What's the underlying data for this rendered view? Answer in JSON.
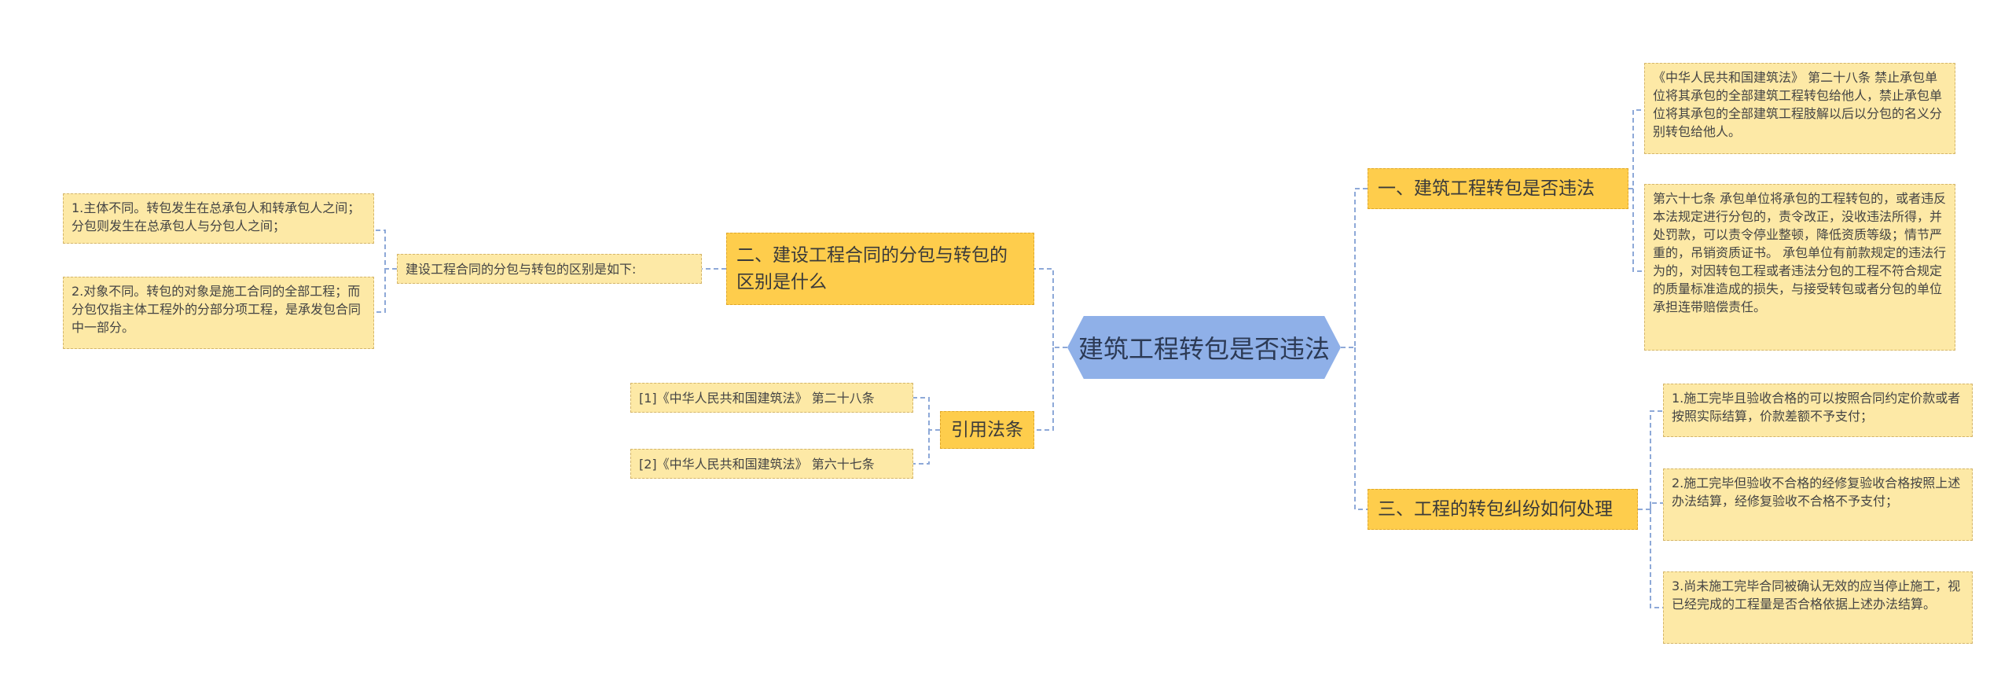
{
  "root": {
    "title": "建筑工程转包是否违法"
  },
  "left": {
    "topic2": {
      "title": "二、建设工程合同的分包与转包的区别是什么",
      "summary": "建设工程合同的分包与转包的区别是如下:",
      "points": [
        "1.主体不同。转包发生在总承包人和转承包人之间；分包则发生在总承包人与分包人之间；",
        "2.对象不同。转包的对象是施工合同的全部工程；而分包仅指主体工程外的分部分项工程，是承发包合同中一部分。"
      ]
    },
    "citations": {
      "title": "引用法条",
      "items": [
        "[1]《中华人民共和国建筑法》 第二十八条",
        "[2]《中华人民共和国建筑法》 第六十七条"
      ]
    }
  },
  "right": {
    "topic1": {
      "title": "一、建筑工程转包是否违法",
      "items": [
        "《中华人民共和国建筑法》 第二十八条 禁止承包单位将其承包的全部建筑工程转包给他人，禁止承包单位将其承包的全部建筑工程肢解以后以分包的名义分别转包给他人。",
        "第六十七条 承包单位将承包的工程转包的，或者违反本法规定进行分包的，责令改正，没收违法所得，并处罚款，可以责令停业整顿，降低资质等级；情节严重的，吊销资质证书。 承包单位有前款规定的违法行为的，对因转包工程或者违法分包的工程不符合规定的质量标准造成的损失，与接受转包或者分包的单位承担连带赔偿责任。"
      ]
    },
    "topic3": {
      "title": "三、工程的转包纠纷如何处理",
      "items": [
        "1.施工完毕且验收合格的可以按照合同约定价款或者按照实际结算，价款差额不予支付；",
        "2.施工完毕但验收不合格的经修复验收合格按照上述办法结算，经修复验收不合格不予支付；",
        "3.尚未施工完毕合同被确认无效的应当停止施工，视已经完成的工程量是否合格依据上述办法结算。"
      ]
    }
  },
  "colors": {
    "root": "#8fb0e8",
    "main": "#fecd4c",
    "leaf": "#fde9a6",
    "connector": "#8ea9d8"
  }
}
